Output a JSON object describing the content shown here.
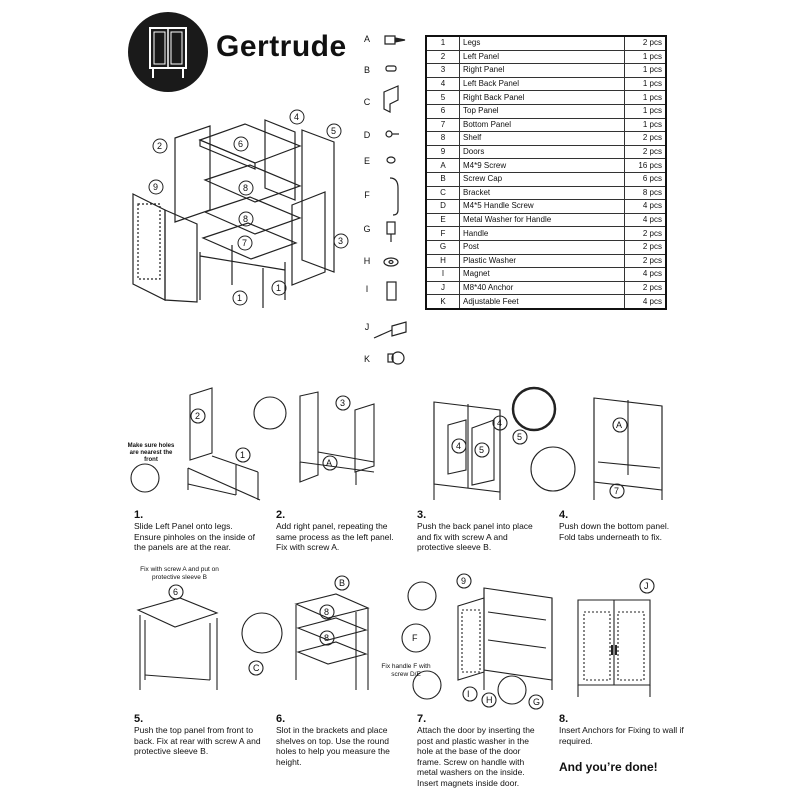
{
  "title": "Gertrude",
  "hardware_letters": [
    "A",
    "B",
    "C",
    "D",
    "E",
    "F",
    "G",
    "H",
    "I",
    "J",
    "K"
  ],
  "parts": [
    {
      "id": "1",
      "name": "Legs",
      "qty": "2 pcs"
    },
    {
      "id": "2",
      "name": "Left Panel",
      "qty": "1 pcs"
    },
    {
      "id": "3",
      "name": "Right Panel",
      "qty": "1 pcs"
    },
    {
      "id": "4",
      "name": "Left Back Panel",
      "qty": "1 pcs"
    },
    {
      "id": "5",
      "name": "Right Back Panel",
      "qty": "1 pcs"
    },
    {
      "id": "6",
      "name": "Top Panel",
      "qty": "1 pcs"
    },
    {
      "id": "7",
      "name": "Bottom Panel",
      "qty": "1 pcs"
    },
    {
      "id": "8",
      "name": "Shelf",
      "qty": "2 pcs"
    },
    {
      "id": "9",
      "name": "Doors",
      "qty": "2 pcs"
    },
    {
      "id": "A",
      "name": "M4*9 Screw",
      "qty": "16 pcs"
    },
    {
      "id": "B",
      "name": "Screw Cap",
      "qty": "6 pcs"
    },
    {
      "id": "C",
      "name": "Bracket",
      "qty": "8 pcs"
    },
    {
      "id": "D",
      "name": "M4*5 Handle Screw",
      "qty": "4 pcs"
    },
    {
      "id": "E",
      "name": "Metal Washer for Handle",
      "qty": "4 pcs"
    },
    {
      "id": "F",
      "name": "Handle",
      "qty": "2 pcs"
    },
    {
      "id": "G",
      "name": "Post",
      "qty": "2 pcs"
    },
    {
      "id": "H",
      "name": "Plastic Washer",
      "qty": "2 pcs"
    },
    {
      "id": "I",
      "name": "Magnet",
      "qty": "4 pcs"
    },
    {
      "id": "J",
      "name": "M8*40 Anchor",
      "qty": "2 pcs"
    },
    {
      "id": "K",
      "name": "Adjustable Feet",
      "qty": "4 pcs"
    }
  ],
  "exploded_labels": [
    "2",
    "4",
    "6",
    "5",
    "8",
    "9",
    "8",
    "7",
    "3",
    "1",
    "1"
  ],
  "notes": {
    "holes": "Make sure holes are nearest the front",
    "fix_top": "Fix with screw A and put on protective sleeve B",
    "fix_handle": "Fix handle F with screw D/E"
  },
  "steps": [
    {
      "num": "1.",
      "text": "Slide Left Panel onto legs. Ensure pinholes on the inside of the panels are at the rear."
    },
    {
      "num": "2.",
      "text": "Add right panel, repeating the same process as the left panel. Fix with screw A."
    },
    {
      "num": "3.",
      "text": "Push the back panel into place and fix with screw A and protective sleeve B."
    },
    {
      "num": "4.",
      "text": "Push down the bottom panel. Fold tabs underneath to fix."
    },
    {
      "num": "5.",
      "text": "Push the top panel from front to back. Fix at rear with screw A and protective sleeve B."
    },
    {
      "num": "6.",
      "text": "Slot in the brackets and place shelves on top. Use the round holes to help you measure the height."
    },
    {
      "num": "7.",
      "text": "Attach the door by inserting the post and plastic washer in the hole at the base of the door frame. Screw on handle with metal washers on the inside. Insert magnets inside door."
    },
    {
      "num": "8.",
      "text": "Insert Anchors for Fixing to wall if required."
    }
  ],
  "done_text": "And you’re done!"
}
